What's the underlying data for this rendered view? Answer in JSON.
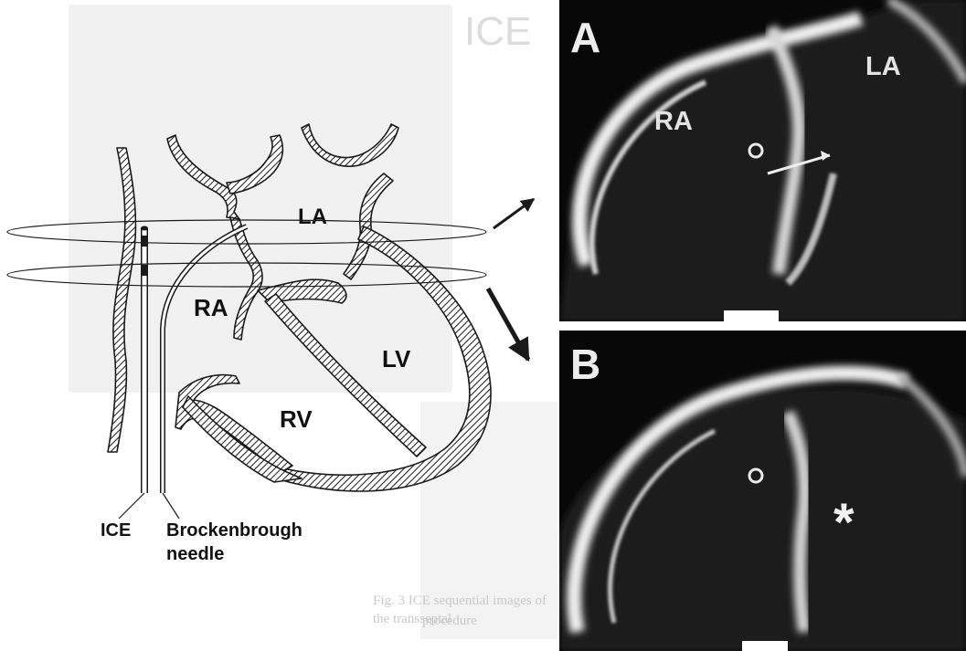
{
  "diagram": {
    "chambers": {
      "la": "LA",
      "ra": "RA",
      "lv": "LV",
      "rv": "RV"
    },
    "devices": {
      "ice": "ICE",
      "needle_line1": "Brockenbrough",
      "needle_line2": "needle"
    }
  },
  "panel_a": {
    "letter": "A",
    "ra": "RA",
    "la": "LA"
  },
  "panel_b": {
    "letter": "B",
    "marker": "*"
  },
  "bleedthrough": {
    "heading": "ICE",
    "caption_line1": "Fig. 3   ICE sequential images of the transseptal",
    "caption_line2": "procedure"
  }
}
